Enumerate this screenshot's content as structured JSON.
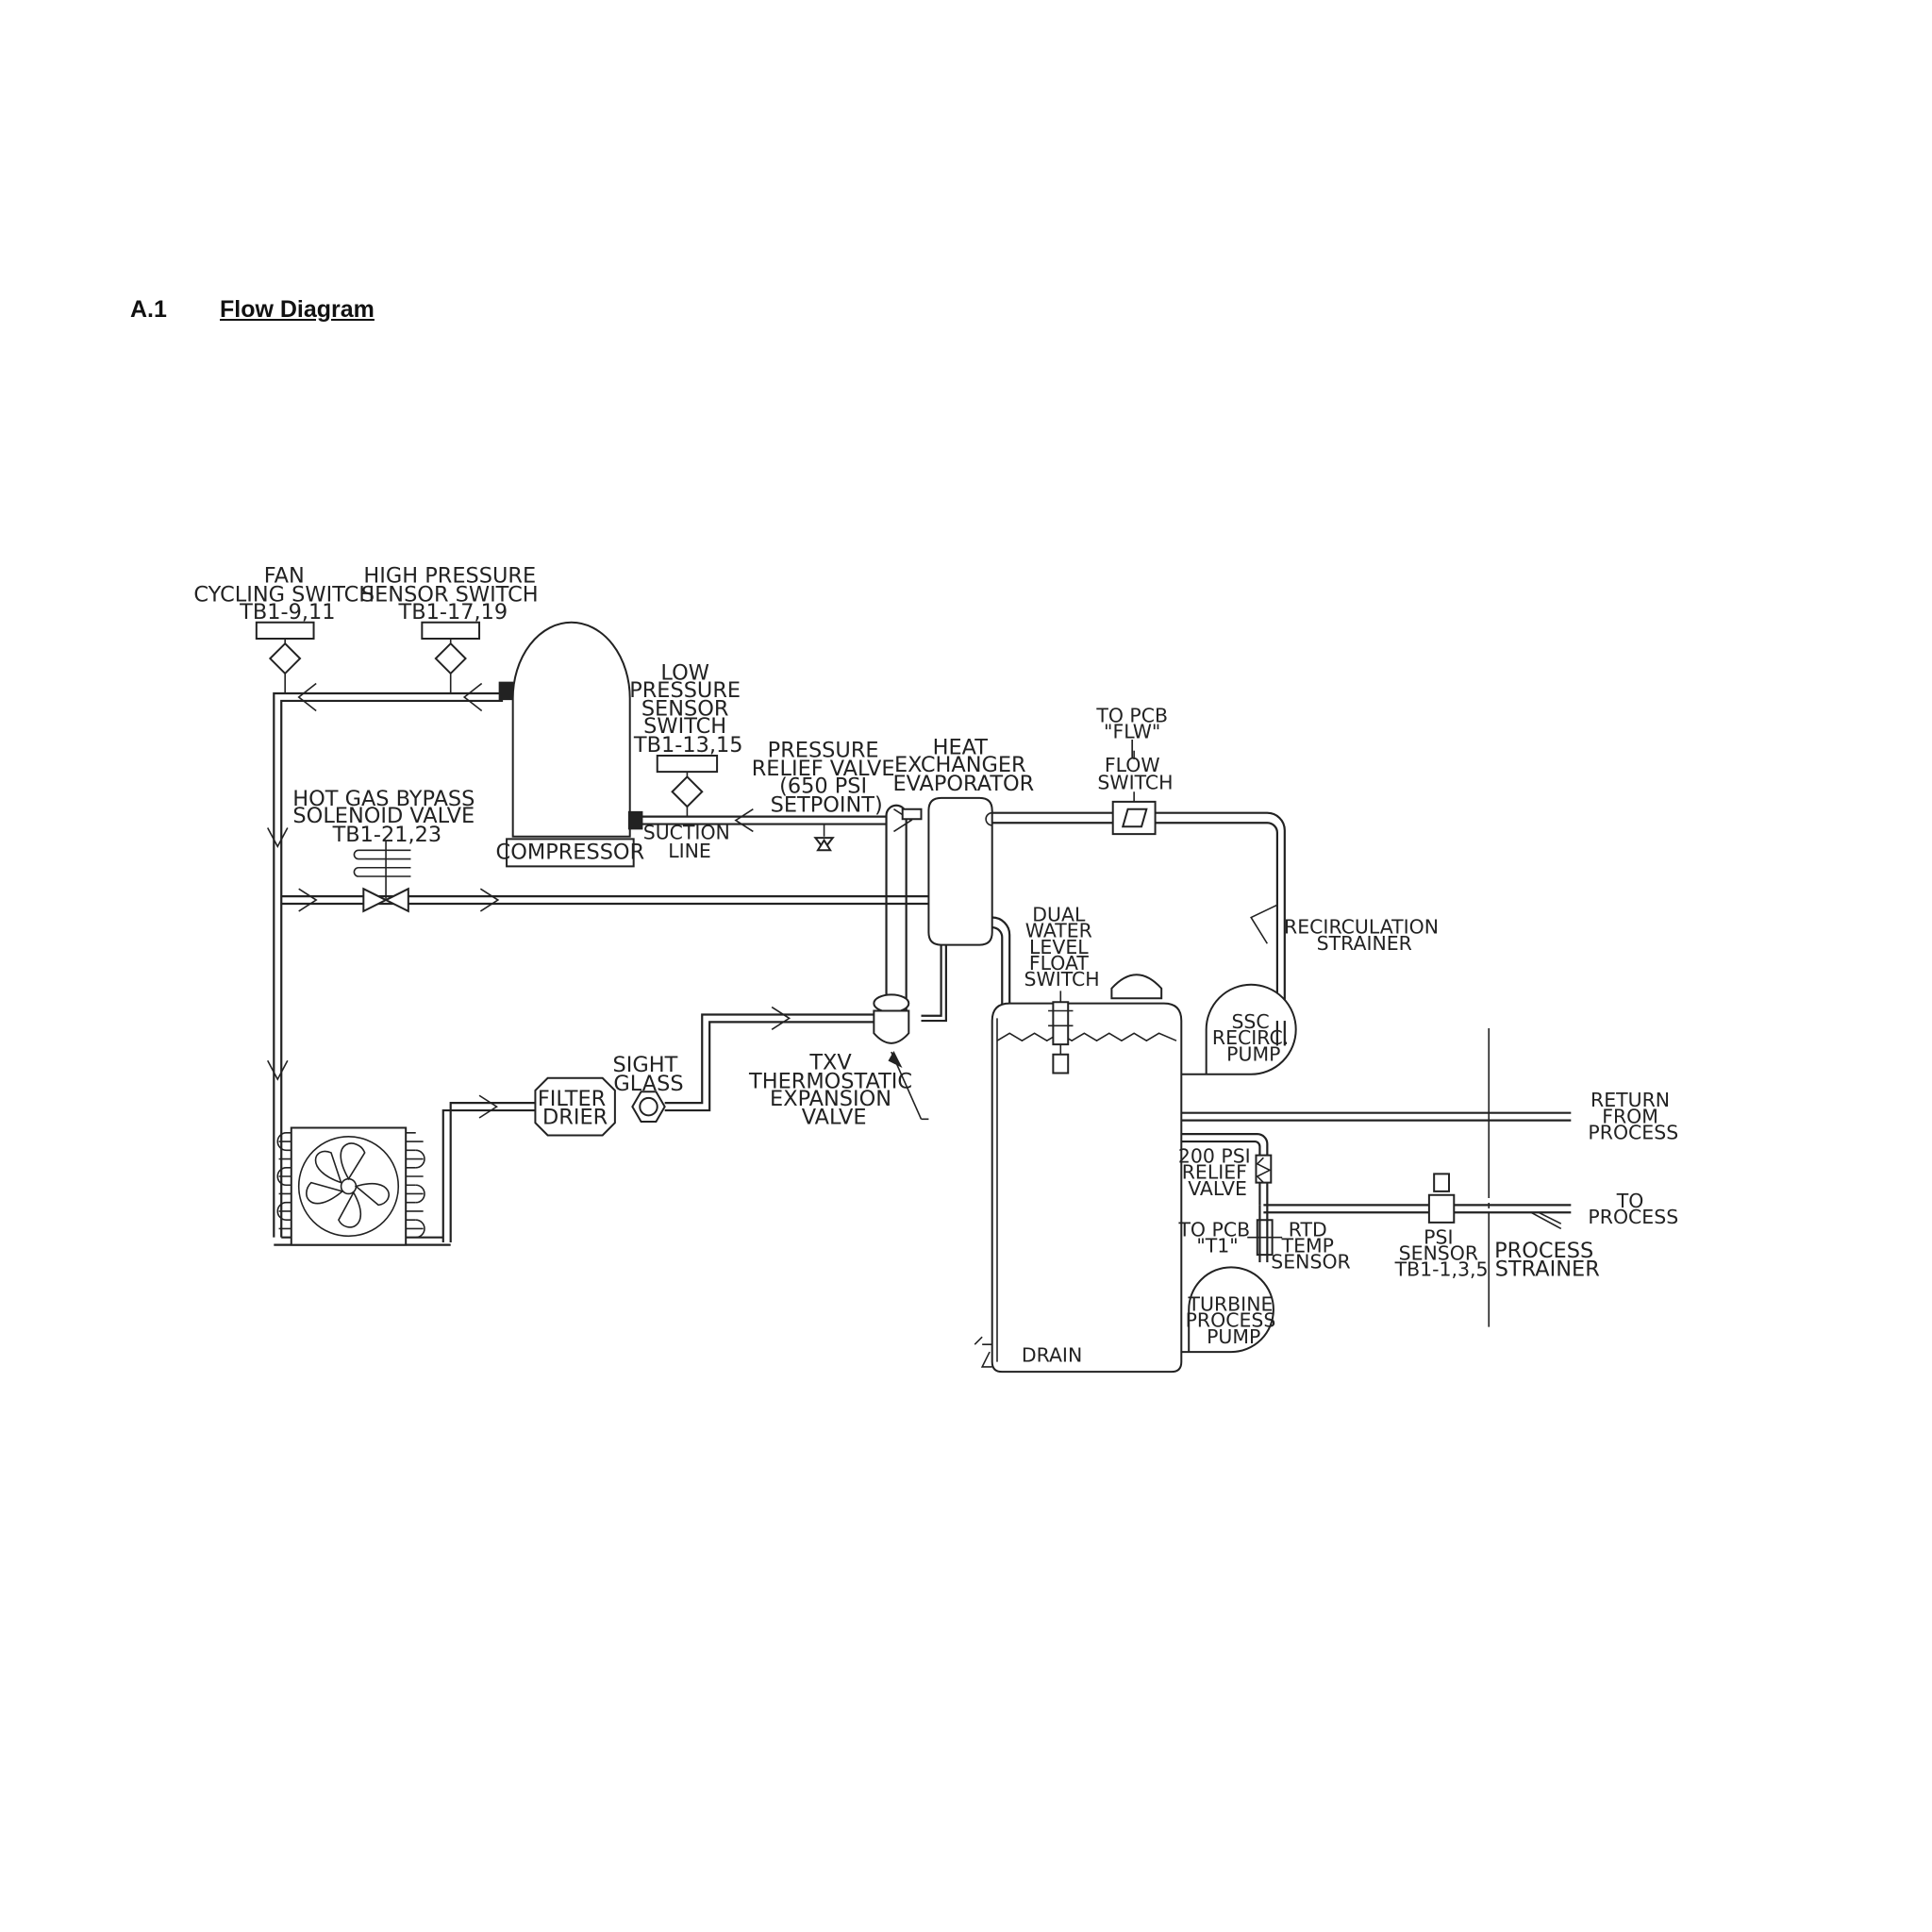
{
  "heading": {
    "number": "A.1",
    "title": "Flow Diagram"
  },
  "labels": {
    "fan_cycling_switch": [
      "FAN",
      "CYCLING SWITCH",
      "TB1-9,11"
    ],
    "high_pressure_switch": [
      "HIGH PRESSURE",
      "SENSOR SWITCH",
      "TB1-17,19"
    ],
    "low_pressure_switch": [
      "LOW",
      "PRESSURE",
      "SENSOR",
      "SWITCH",
      "TB1-13,15"
    ],
    "pressure_relief_valve": [
      "PRESSURE",
      "RELIEF VALVE",
      "(650 PSI",
      "SETPOINT)"
    ],
    "heat_exchanger": [
      "HEAT",
      "EXCHANGER",
      "EVAPORATOR"
    ],
    "to_pcb_flw": [
      "TO PCB",
      "\"FLW\"",
      "|",
      "FLOW",
      "SWITCH"
    ],
    "hot_gas_bypass": [
      "HOT GAS BYPASS",
      "SOLENOID VALVE",
      "TB1-21,23"
    ],
    "compressor": "COMPRESSOR",
    "suction_line": [
      "SUCTION",
      "LINE"
    ],
    "recirculation_strainer": [
      "RECIRCULATION",
      "STRAINER"
    ],
    "dual_float_switch": [
      "DUAL",
      "WATER",
      "LEVEL",
      "FLOAT",
      "SWITCH"
    ],
    "ssc_pump": [
      "SSC",
      "RECIRC.",
      "PUMP"
    ],
    "sight_glass": [
      "SIGHT",
      "GLASS"
    ],
    "filter_drier": [
      "FILTER",
      "DRIER"
    ],
    "txv": [
      "TXV",
      "THERMOSTATIC",
      "EXPANSION",
      "VALVE"
    ],
    "return_from_process": [
      "RETURN",
      "FROM",
      "PROCESS"
    ],
    "relief_200": [
      "200 PSI",
      "RELIEF",
      "VALVE"
    ],
    "to_process": [
      "TO",
      "PROCESS"
    ],
    "to_pcb_t1": [
      "TO PCB",
      "\"T1\""
    ],
    "rtd_sensor": [
      "RTD",
      "TEMP",
      "SENSOR"
    ],
    "psi_sensor": [
      "PSI",
      "SENSOR",
      "TB1-1,3,5"
    ],
    "process_strainer": [
      "PROCESS",
      "STRAINER"
    ],
    "turbine_pump": [
      "TURBINE",
      "PROCESS",
      "PUMP"
    ],
    "drain": "DRAIN"
  }
}
